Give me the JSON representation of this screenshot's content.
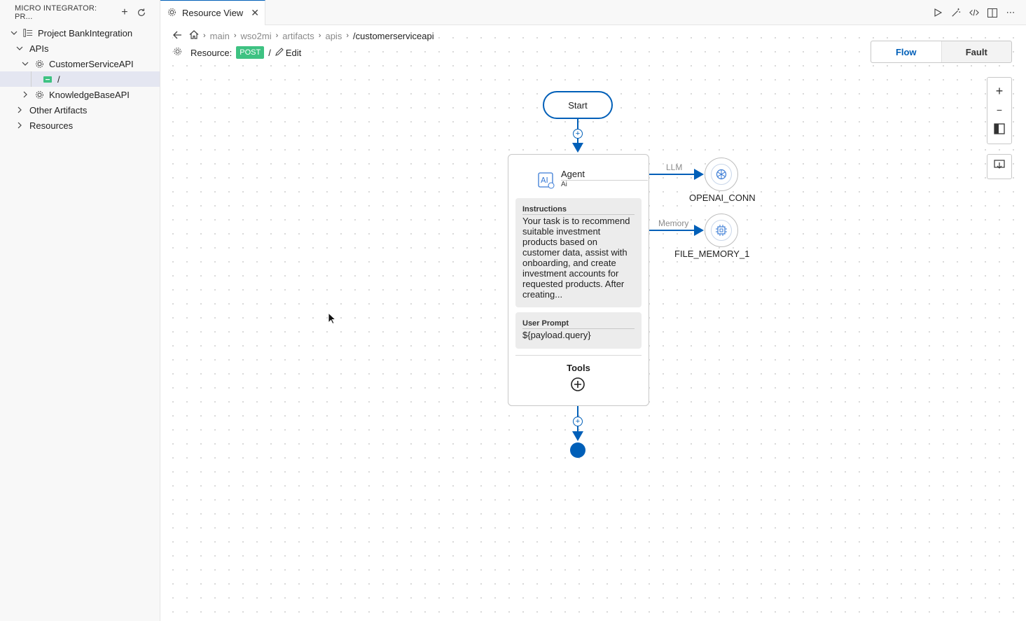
{
  "sidebar": {
    "title": "MICRO INTEGRATOR: PR...",
    "tree": {
      "project": "Project BankIntegration",
      "apis": "APIs",
      "api1": "CustomerServiceAPI",
      "resource": "/",
      "api2": "KnowledgeBaseAPI",
      "other": "Other Artifacts",
      "resources": "Resources"
    }
  },
  "tab": {
    "label": "Resource View"
  },
  "breadcrumb": {
    "items": [
      "main",
      "wso2mi",
      "artifacts",
      "apis"
    ],
    "current": "/customerserviceapi"
  },
  "resource": {
    "label": "Resource:",
    "method": "POST",
    "separator": "/",
    "edit_label": "Edit"
  },
  "view_toggle": {
    "flow": "Flow",
    "fault": "Fault"
  },
  "zoom": {
    "plus": "+",
    "minus": "−"
  },
  "diagram": {
    "start": "Start",
    "agent": {
      "name": "Agent",
      "type": "Ai",
      "instructions_title": "Instructions",
      "instructions": "Your task is to recommend suitable investment products based on customer data, assist with onboarding, and create investment accounts for requested products. After creating...",
      "prompt_title": "User Prompt",
      "prompt": "${payload.query}",
      "tools_title": "Tools"
    },
    "llm_edge": "LLM",
    "llm_node": "OPENAI_CONN",
    "memory_edge": "Memory",
    "memory_node": "FILE_MEMORY_1"
  },
  "colors": {
    "accent": "#005fb8",
    "post": "#3ec282"
  }
}
